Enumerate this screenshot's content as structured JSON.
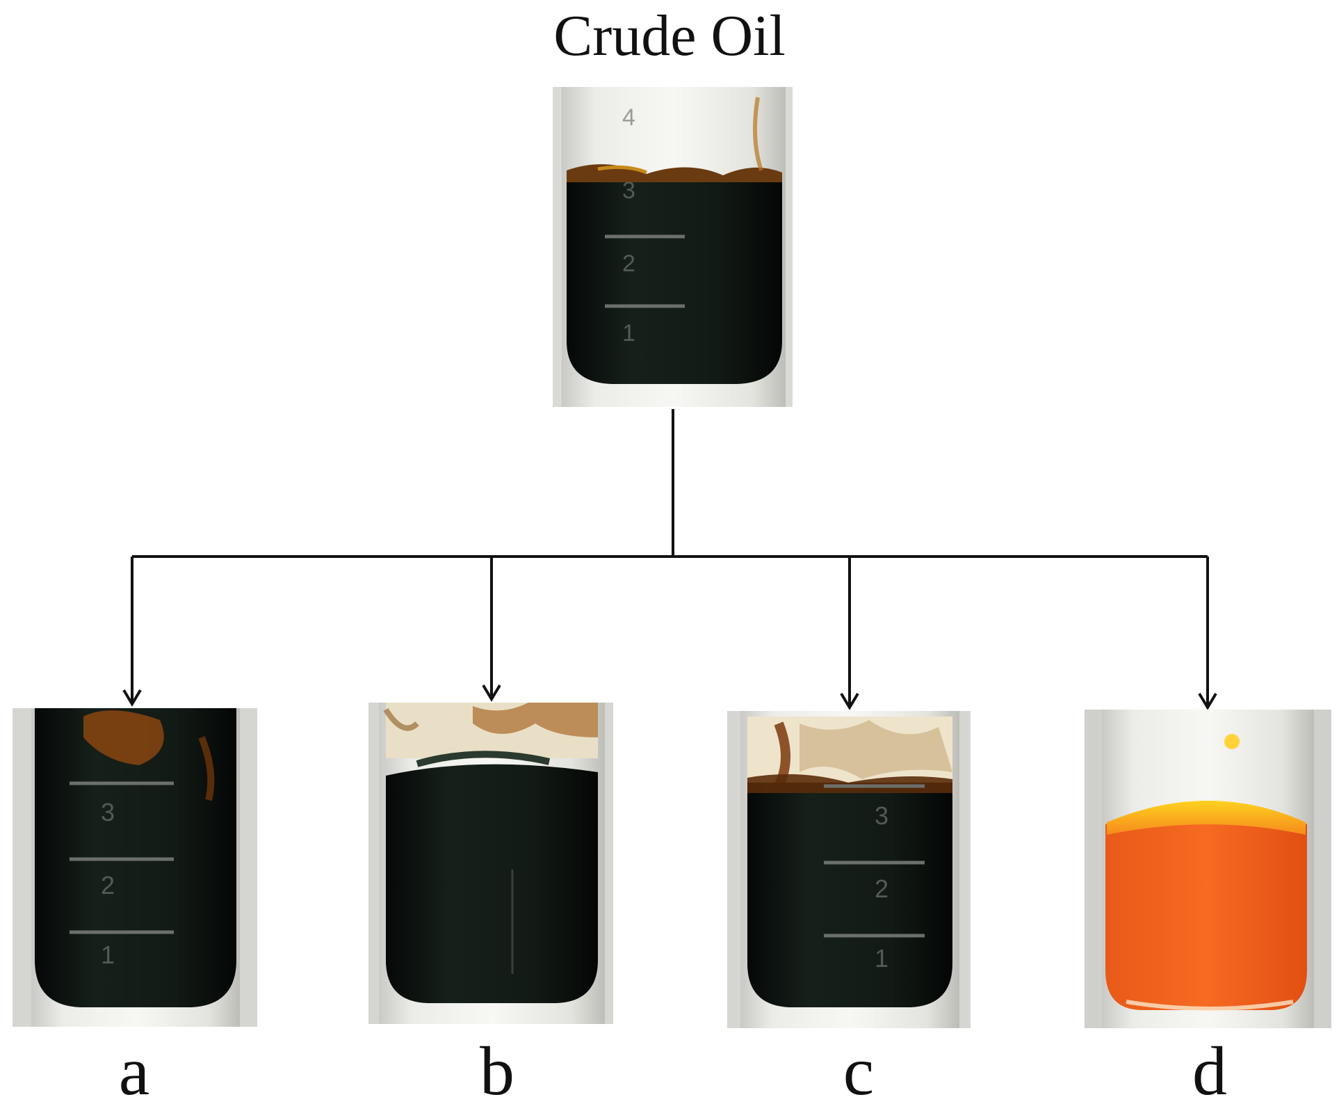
{
  "title": "Crude Oil",
  "panels": [
    {
      "label": "a",
      "scale_marks": [
        "3",
        "2",
        "1"
      ]
    },
    {
      "label": "b",
      "scale_marks": []
    },
    {
      "label": "c",
      "scale_marks": [
        "3",
        "2",
        "1"
      ]
    },
    {
      "label": "d",
      "scale_marks": []
    }
  ],
  "source_tube": {
    "scale_marks": [
      "4",
      "3",
      "2",
      "1"
    ]
  },
  "colors": {
    "crude_oil": "#0f1612",
    "orange_product": "#f0601c",
    "arrow": "#111111"
  }
}
